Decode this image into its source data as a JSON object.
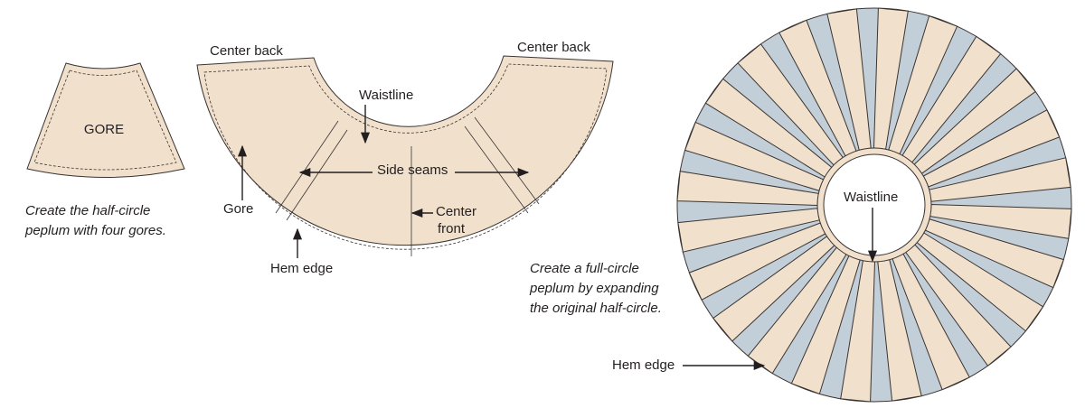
{
  "gore": {
    "label": "GORE",
    "caption": [
      "Create the half-circle",
      "peplum with four gores."
    ]
  },
  "half_circle": {
    "labels": {
      "center_back_left": "Center back",
      "center_back_right": "Center back",
      "waistline": "Waistline",
      "side_seams": "Side seams",
      "gore": "Gore",
      "center_front": [
        "Center",
        "front"
      ],
      "hem_edge": "Hem edge"
    }
  },
  "full_circle": {
    "labels": {
      "waistline": "Waistline",
      "hem_edge": "Hem edge"
    },
    "caption": [
      "Create a full-circle",
      "peplum by expanding",
      "the original half-circle."
    ],
    "colors": {
      "fabric": "#f0e0cc",
      "gap": "#c3cfd8"
    },
    "segment_count": 24
  }
}
